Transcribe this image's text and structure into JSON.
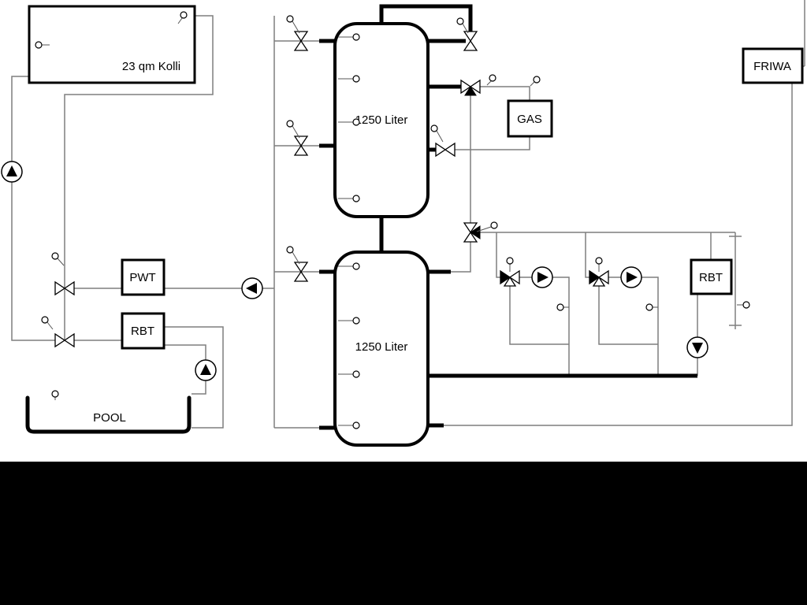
{
  "diagram": {
    "collector_label": "23 qm Kolli",
    "tank_top_label": "1250 Liter",
    "tank_bottom_label": "1250 Liter",
    "pwt_label": "PWT",
    "rbt_left_label": "RBT",
    "rbt_right_label": "RBT",
    "gas_label": "GAS",
    "friwa_label": "FRIWA",
    "pool_label": "POOL",
    "colors": {
      "pipe_thin": "#7f7f7f",
      "pipe_thick": "#000000",
      "diagram_background": "#ffffff",
      "letterbox": "#000000",
      "symbol_fill": "#ffffff",
      "symbol_stroke": "#000000"
    },
    "symbols": {
      "pump": "circle-with-filled-triangle",
      "valve": "bowtie-triangles",
      "sensor": "small-circle-with-stem"
    }
  }
}
